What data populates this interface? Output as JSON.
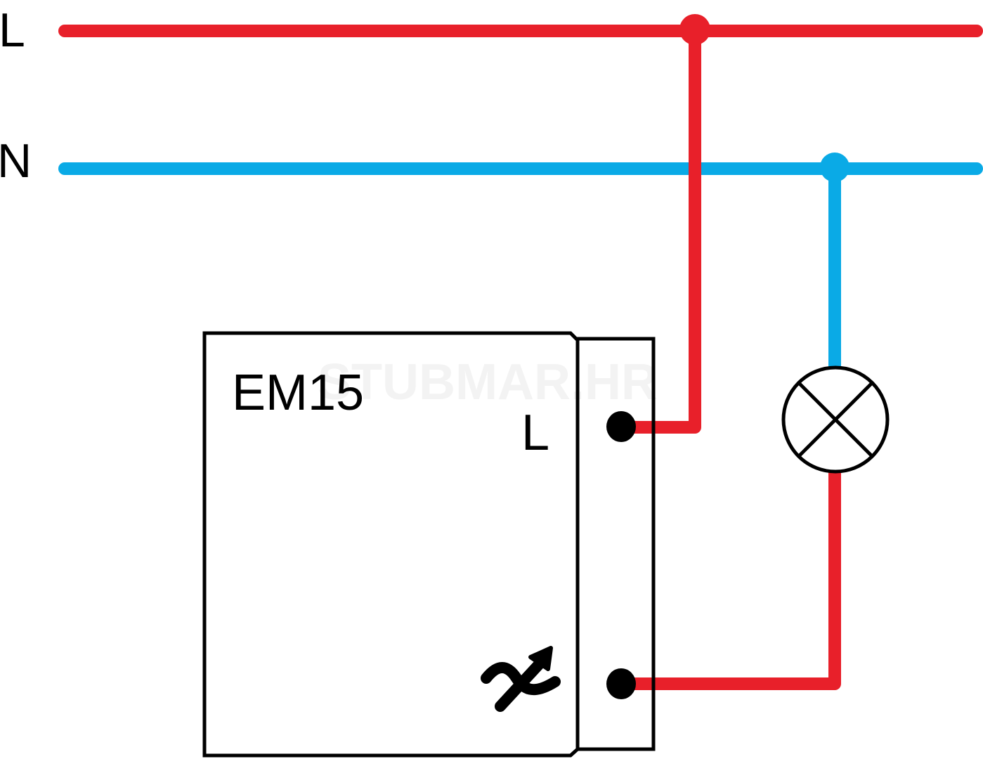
{
  "diagram": {
    "title": "EM15 wiring diagram",
    "lines": {
      "live_label": "L",
      "neutral_label": "N"
    },
    "device": {
      "name": "EM15",
      "terminal_live_label": "L",
      "terminal_output_icon": "switched-output-arrow-icon"
    },
    "lamp_icon": "lamp-cross-circle-icon",
    "watermark": "STUBMAR.HR",
    "colors": {
      "live": "#e8202a",
      "neutral": "#0aaae6",
      "outline": "#000000"
    }
  }
}
